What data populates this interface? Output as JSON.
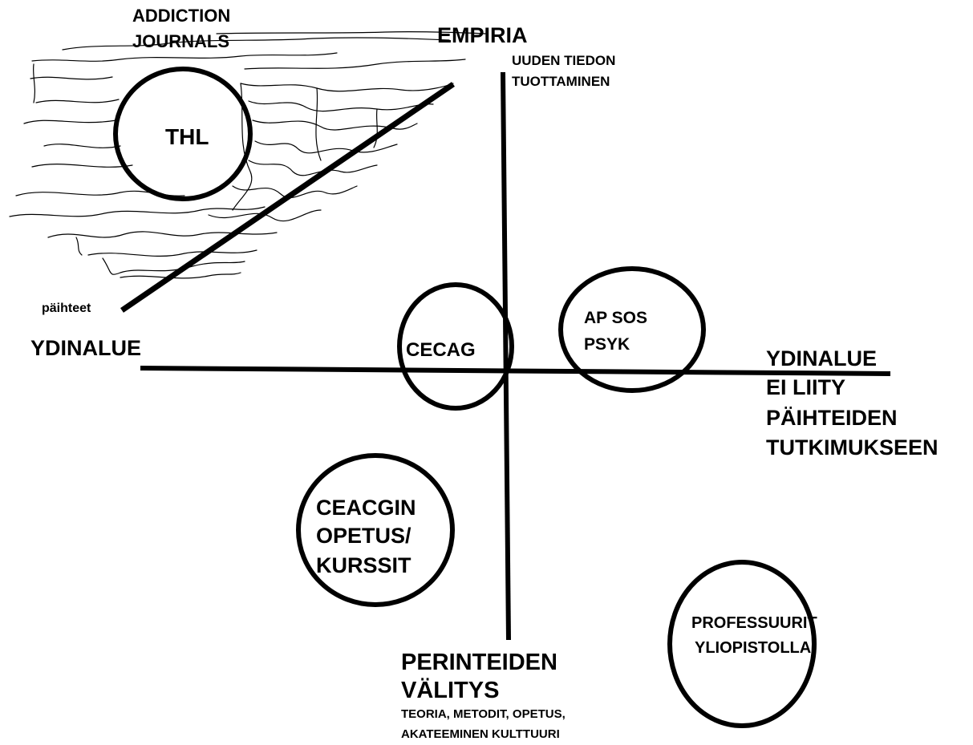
{
  "labels": {
    "addiction_journals": [
      "ADDICTION",
      "JOURNALS"
    ],
    "empiria": "EMPIRIA",
    "uuden_tiedon": [
      "UUDEN TIEDON",
      "TUOTTAMINEN"
    ],
    "paihteet": "päihteet",
    "ydinalue_left": "YDINALUE",
    "ydinalue_right": [
      "YDINALUE",
      "EI LIITY",
      "PÄIHTEIDEN",
      "TUTKIMUKSEEN"
    ],
    "perinteiden": [
      "PERINTEIDEN",
      "VÄLITYS"
    ],
    "perinteiden_sub": [
      "TEORIA, METODIT,  OPETUS,",
      "AKATEEMINEN KULTTUURI"
    ]
  },
  "circles": {
    "thl": [
      "THL"
    ],
    "cecag": [
      "CECAG"
    ],
    "ap_sos": [
      "AP SOS",
      "PSYK"
    ],
    "ceacgin": [
      "CEACGIN",
      "OPETUS/",
      "KURSSIT"
    ],
    "professuurit": [
      "PROFESSUURIT",
      "YLIOPISTOLLA"
    ]
  },
  "colors": {
    "ink": "#000000",
    "background": "#ffffff"
  }
}
